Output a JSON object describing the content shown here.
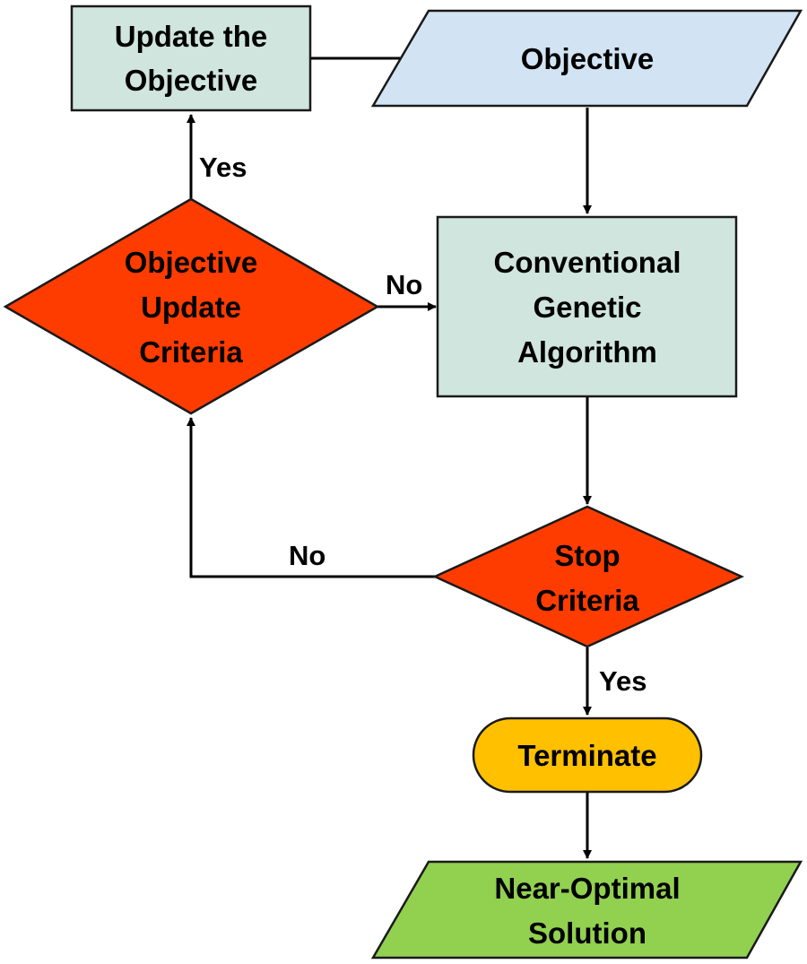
{
  "colors": {
    "process_fill": "#cfe5dd",
    "input_fill": "#d2e4f3",
    "decision_fill": "#ff3c00",
    "terminal_fill": "#ffc000",
    "output_fill": "#92d050",
    "stroke": "#1a1a1a",
    "arrow": "#000000"
  },
  "nodes": {
    "update_objective": {
      "shape": "rectangle",
      "lines": [
        "Update the",
        "Objective"
      ]
    },
    "objective": {
      "shape": "parallelogram",
      "lines": [
        "Objective"
      ]
    },
    "objective_update_criteria": {
      "shape": "diamond",
      "lines": [
        "Objective",
        "Update",
        "Criteria"
      ]
    },
    "conventional_ga": {
      "shape": "rectangle",
      "lines": [
        "Conventional",
        "Genetic",
        "Algorithm"
      ]
    },
    "stop_criteria": {
      "shape": "diamond",
      "lines": [
        "Stop",
        "Criteria"
      ]
    },
    "terminate": {
      "shape": "rounded-rectangle",
      "lines": [
        "Terminate"
      ]
    },
    "near_optimal_solution": {
      "shape": "parallelogram",
      "lines": [
        "Near-Optimal",
        "Solution"
      ]
    }
  },
  "edges": [
    {
      "from": "update_objective",
      "to": "objective",
      "label": ""
    },
    {
      "from": "objective",
      "to": "conventional_ga",
      "label": ""
    },
    {
      "from": "objective_update_criteria",
      "to": "update_objective",
      "label": "Yes"
    },
    {
      "from": "objective_update_criteria",
      "to": "conventional_ga",
      "label": "No"
    },
    {
      "from": "conventional_ga",
      "to": "stop_criteria",
      "label": ""
    },
    {
      "from": "stop_criteria",
      "to": "objective_update_criteria",
      "label": "No"
    },
    {
      "from": "stop_criteria",
      "to": "terminate",
      "label": "Yes"
    },
    {
      "from": "terminate",
      "to": "near_optimal_solution",
      "label": ""
    }
  ]
}
